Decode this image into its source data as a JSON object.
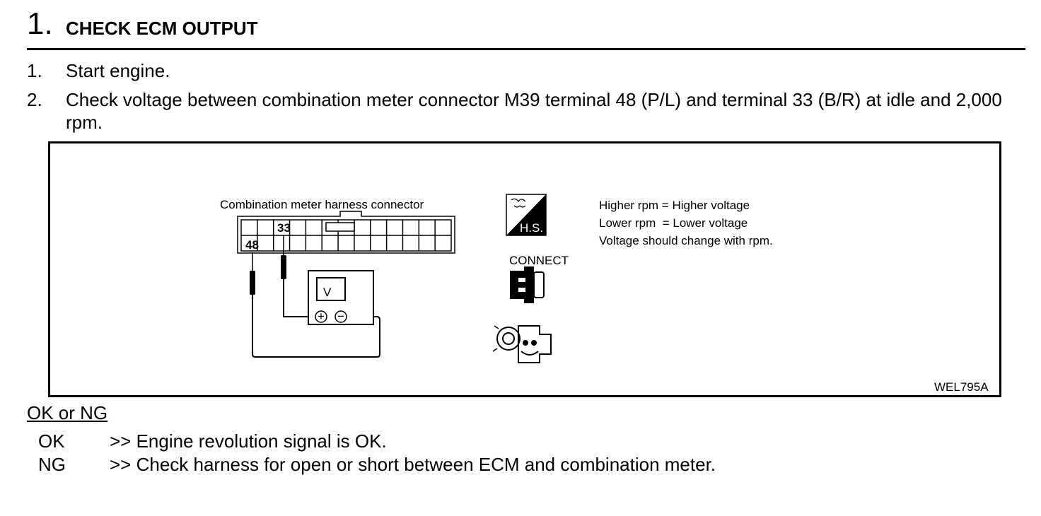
{
  "header": {
    "step_number": "1.",
    "step_title": "CHECK ECM OUTPUT"
  },
  "instructions": [
    {
      "num": "1.",
      "text": "Start engine."
    },
    {
      "num": "2.",
      "text": "Check voltage between combination meter connector M39 terminal 48 (P/L) and terminal 33 (B/R) at idle and 2,000 rpm."
    }
  ],
  "figure": {
    "connector_label": "Combination meter harness connector",
    "terminal_top": "33",
    "terminal_bottom": "48",
    "meter_symbol": "V",
    "meter_plus": "+",
    "meter_minus": "−",
    "hs_badge": "H.S.",
    "connect_label": "CONNECT",
    "notes": [
      "Higher rpm = Higher voltage",
      "Lower rpm  = Lower voltage",
      "Voltage should change with rpm."
    ],
    "figure_id": "WEL795A",
    "icons": [
      "hs-badge-icon",
      "connect-plug-icon",
      "engine-running-icon"
    ]
  },
  "result": {
    "heading": "OK or NG",
    "rows": [
      {
        "key": "OK",
        "text": ">> Engine revolution signal is OK."
      },
      {
        "key": "NG",
        "text": ">> Check harness for open or short between ECM and combination meter."
      }
    ]
  }
}
